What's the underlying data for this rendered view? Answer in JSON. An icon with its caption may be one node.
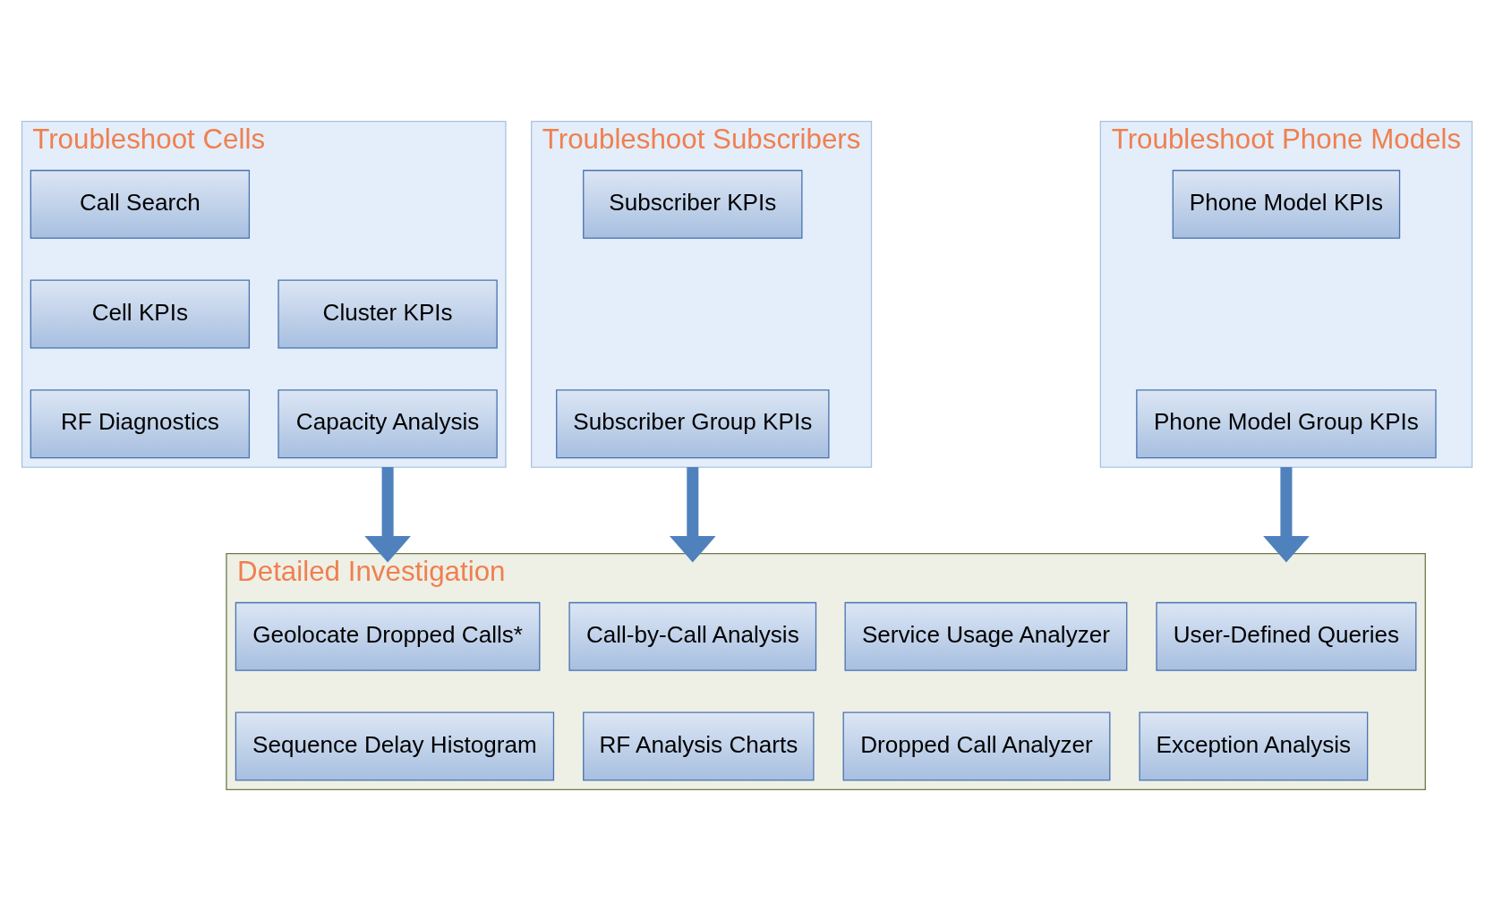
{
  "diagram": {
    "nodes": [
      {
        "text": [
          "Troubleshoot Cells"
        ]
      },
      {
        "text": [
          "Call Search"
        ],
        "in": 0
      },
      {
        "text": [
          "Cell KPIs"
        ],
        "in": 0
      },
      {
        "text": [
          "Cluster KPIs"
        ],
        "in": 0
      },
      {
        "text": [
          "RF Diagnostics"
        ],
        "in": 0
      },
      {
        "text": [
          "Capacity Analysis"
        ],
        "in": 0
      },
      {
        "text": [
          "Troubleshoot Subscribers"
        ]
      },
      {
        "text": [
          "Subscriber KPIs"
        ],
        "in": 6
      },
      {
        "text": [
          "Subscriber Group KPIs"
        ],
        "in": 6
      },
      {
        "text": [
          "Troubleshoot Phone Models"
        ]
      },
      {
        "text": [
          "Phone Model KPIs"
        ],
        "in": 9
      },
      {
        "text": [
          "Phone Model Group KPIs"
        ],
        "in": 9
      },
      {
        "text": [
          "Detailed Investigation"
        ]
      },
      {
        "text": [
          "Geolocate Dropped Calls*"
        ],
        "in": 12
      },
      {
        "text": [
          "Call-by-Call Analysis"
        ],
        "in": 12
      },
      {
        "text": [
          "Service Usage Analyzer"
        ],
        "in": 12
      },
      {
        "text": [
          "User-Defined Queries"
        ],
        "in": 12
      },
      {
        "text": [
          "Sequence Delay Histogram"
        ],
        "in": 12
      },
      {
        "text": [
          "RF Analysis Charts"
        ],
        "in": 12
      },
      {
        "text": [
          "Dropped Call Analyzer"
        ],
        "in": 12
      },
      {
        "text": [
          "Exception Analysis"
        ],
        "in": 12
      }
    ],
    "edges": [
      {
        "from": 0,
        "to": 12,
        "arrow": "to"
      },
      {
        "from": 6,
        "to": 12,
        "arrow": "to"
      },
      {
        "from": 9,
        "to": 12,
        "arrow": "to"
      }
    ]
  }
}
